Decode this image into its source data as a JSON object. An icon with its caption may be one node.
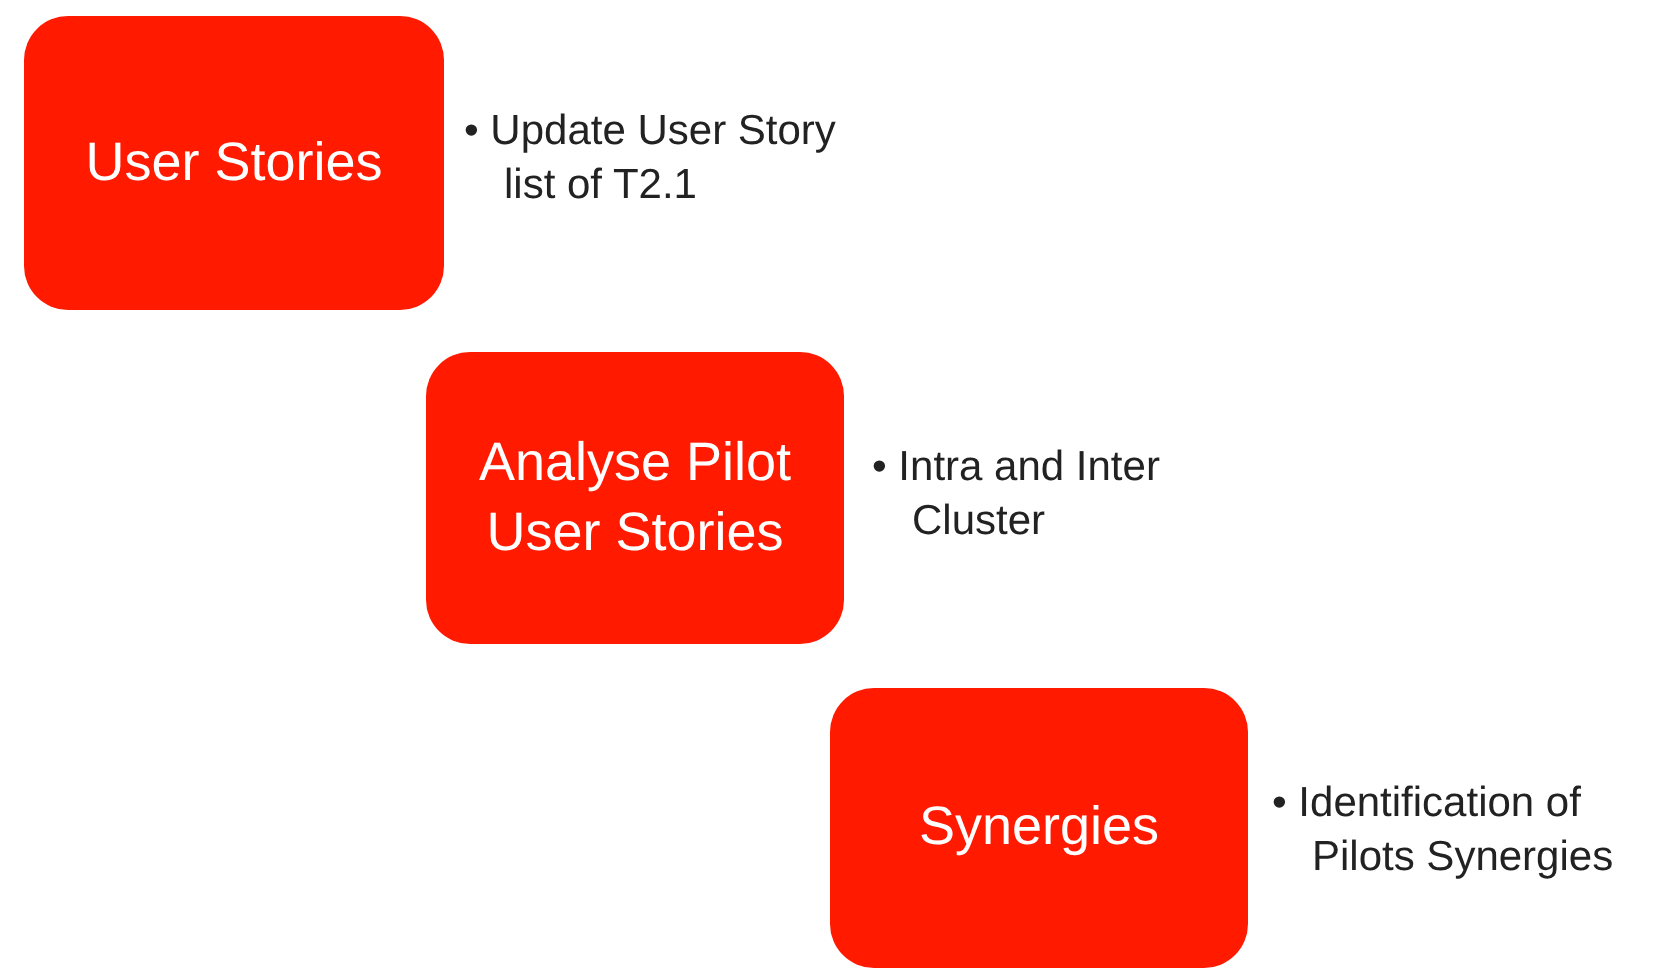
{
  "diagram": {
    "nodes": [
      {
        "text": [
          "User Stories"
        ],
        "beside": [
          "• Update User Story list of T2.1"
        ]
      },
      {
        "text": [
          "Analyse Pilot User Stories"
        ],
        "beside": [
          "• Intra and Inter Cluster"
        ]
      },
      {
        "text": [
          "Synergies"
        ],
        "beside": [
          "• Identification of Pilots Synergies"
        ]
      }
    ]
  }
}
